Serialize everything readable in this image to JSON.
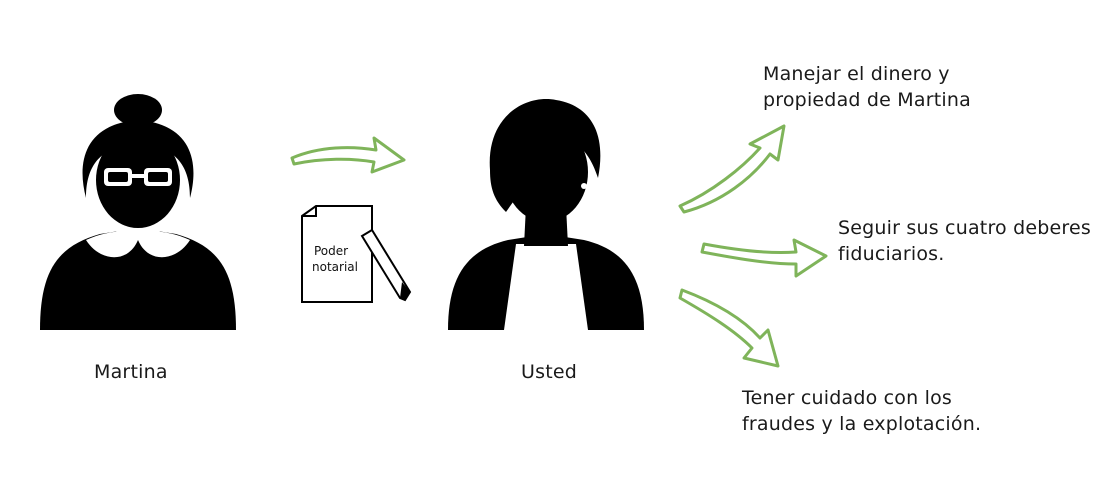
{
  "people": {
    "martina": {
      "name": "Martina"
    },
    "usted": {
      "name": "Usted"
    }
  },
  "document": {
    "line1": "Poder",
    "line2": "notarial"
  },
  "duties": {
    "money": {
      "line1": "Manejar el dinero y",
      "line2": "propiedad de Martina"
    },
    "fiduciary": {
      "line1": "Seguir sus cuatro deberes",
      "line2": "fiduciarios."
    },
    "fraud": {
      "line1": "Tener cuidado con los",
      "line2": "fraudes y la explotación."
    }
  },
  "colors": {
    "arrow_green": "#7fb45a",
    "silhouette": "#000000",
    "background": "#ffffff"
  }
}
